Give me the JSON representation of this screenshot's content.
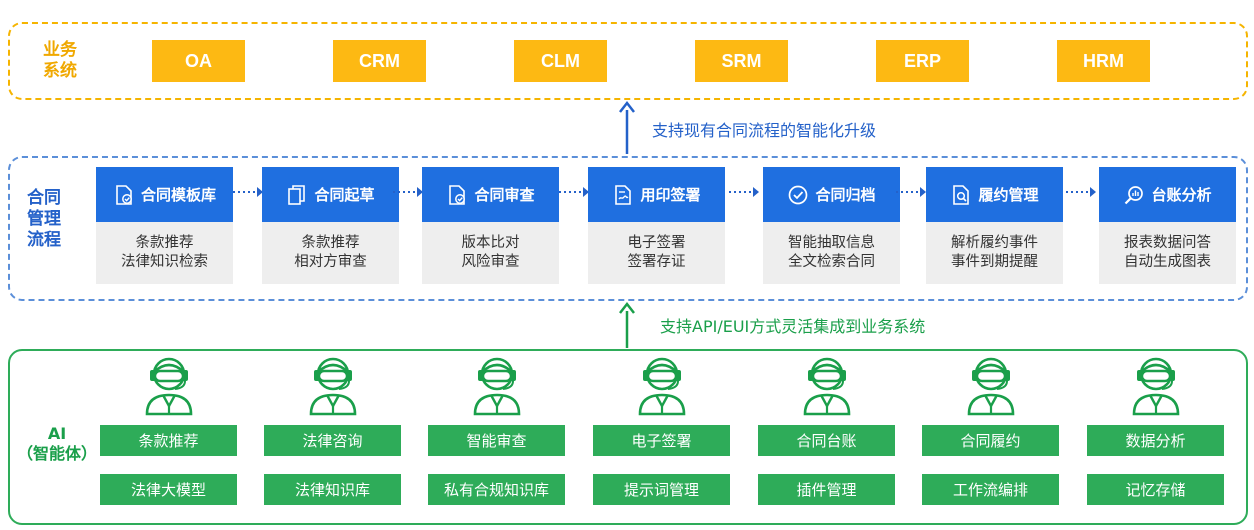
{
  "business": {
    "title_lines": [
      "业务",
      "系统"
    ],
    "systems": [
      "OA",
      "CRM",
      "CLM",
      "SRM",
      "ERP",
      "HRM"
    ]
  },
  "upgrade_caption": "支持现有合同流程的智能化升级",
  "contract_flow": {
    "title_lines": [
      "合同",
      "管理",
      "流程"
    ],
    "steps": [
      {
        "title": "合同模板库",
        "icon": "document-check-icon",
        "lines": [
          "条款推荐",
          "法律知识检索"
        ]
      },
      {
        "title": "合同起草",
        "icon": "copy-documents-icon",
        "lines": [
          "条款推荐",
          "相对方审查"
        ]
      },
      {
        "title": "合同审查",
        "icon": "document-check-icon",
        "lines": [
          "版本比对",
          "风险审查"
        ]
      },
      {
        "title": "用印签署",
        "icon": "document-sign-icon",
        "lines": [
          "电子签署",
          "签署存证"
        ]
      },
      {
        "title": "合同归档",
        "icon": "check-circle-icon",
        "lines": [
          "智能抽取信息",
          "全文检索合同"
        ]
      },
      {
        "title": "履约管理",
        "icon": "document-search-icon",
        "lines": [
          "解析履约事件",
          "事件到期提醒"
        ]
      },
      {
        "title": "台账分析",
        "icon": "magnifier-analytics-icon",
        "lines": [
          "报表数据问答",
          "自动生成图表"
        ]
      }
    ]
  },
  "integration_caption": "支持API/EUI方式灵活集成到业务系统",
  "ai": {
    "title_lines": [
      "AI",
      "（智能体）"
    ],
    "agents": [
      {
        "skill": "条款推荐",
        "base": "法律大模型"
      },
      {
        "skill": "法律咨询",
        "base": "法律知识库"
      },
      {
        "skill": "智能审查",
        "base": "私有合规知识库"
      },
      {
        "skill": "电子签署",
        "base": "提示词管理"
      },
      {
        "skill": "合同台账",
        "base": "插件管理"
      },
      {
        "skill": "合同履约",
        "base": "工作流编排"
      },
      {
        "skill": "数据分析",
        "base": "记忆存储"
      }
    ]
  },
  "colors": {
    "business_accent": "#fdb913",
    "process_accent": "#1f6fe0",
    "ai_accent": "#2eac59"
  }
}
